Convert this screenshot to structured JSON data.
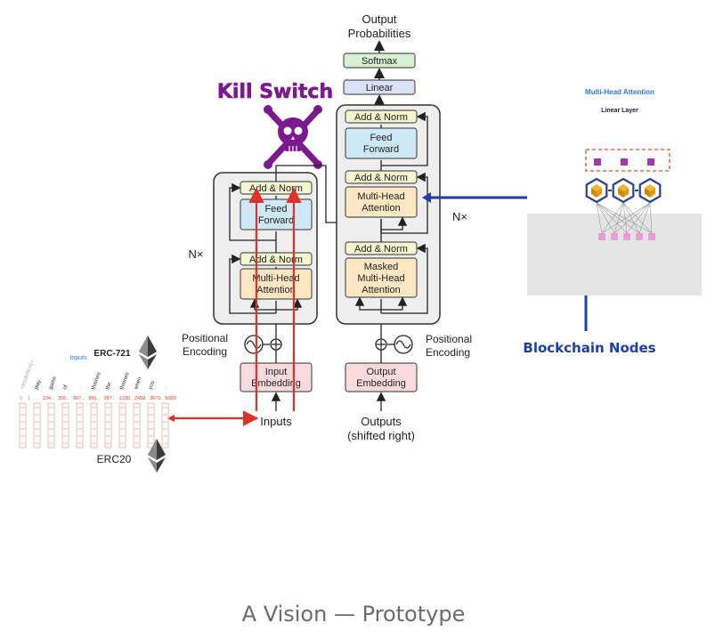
{
  "diagram": {
    "output_probabilities": [
      "Output",
      "Probabilities"
    ],
    "softmax": "Softmax",
    "linear": "Linear",
    "kill_switch": "Kill Switch",
    "encoder": {
      "add_norm_top": "Add & Norm",
      "feed_forward": [
        "Feed",
        "Forward"
      ],
      "add_norm_bottom": "Add & Norm",
      "multi_head_attention": [
        "Multi-Head",
        "Attention"
      ],
      "nx": "N×"
    },
    "decoder": {
      "add_norm_top": "Add & Norm",
      "feed_forward": [
        "Feed",
        "Forward"
      ],
      "add_norm_mid": "Add & Norm",
      "multi_head_attention": [
        "Multi-Head",
        "Attention"
      ],
      "add_norm_bottom": "Add & Norm",
      "masked_attention": [
        "Masked",
        "Multi-Head",
        "Attention"
      ],
      "nx": "N×"
    },
    "positional_encoding_left": [
      "Positional",
      "Encoding"
    ],
    "positional_encoding_right": [
      "Positional",
      "Encoding"
    ],
    "input_embedding": [
      "Input",
      "Embedding"
    ],
    "output_embedding": [
      "Output",
      "Embedding"
    ],
    "inputs": "Inputs",
    "outputs": [
      "Outputs",
      "(shifted right)"
    ],
    "erc721": "ERC-721",
    "erc20": "ERC20",
    "token_panel": {
      "inputs_label": "Inputs",
      "words": [
        "<|endoftext|>",
        "play",
        "game",
        "of",
        "...",
        "thrones",
        "the",
        "thrones",
        "when",
        "you",
        "..."
      ],
      "ids": [
        "0",
        "1",
        "...",
        "234",
        "...",
        "356",
        "...",
        "607",
        "...",
        "891",
        "...",
        "987",
        "...",
        "1230",
        "...",
        "2458",
        "...",
        "3670",
        "...",
        "5000"
      ]
    },
    "blockchain_panel": {
      "title": "Multi-Head Attention",
      "subtitle": "Linear Layer"
    },
    "blockchain_nodes": "Blockchain Nodes"
  },
  "caption": "A Vision — Prototype",
  "colors": {
    "kill_switch": "#7a1a8e",
    "blockchain_blue": "#1f3fa8",
    "red_arrow": "#e0302a",
    "feed_forward_fill": "#cfe8f6",
    "attention_fill": "#fde6c2",
    "add_norm_fill": "#f3f6cf",
    "embedding_fill": "#fadadd",
    "linear_fill": "#dbe1f7",
    "softmax_fill": "#d8f1d2"
  }
}
